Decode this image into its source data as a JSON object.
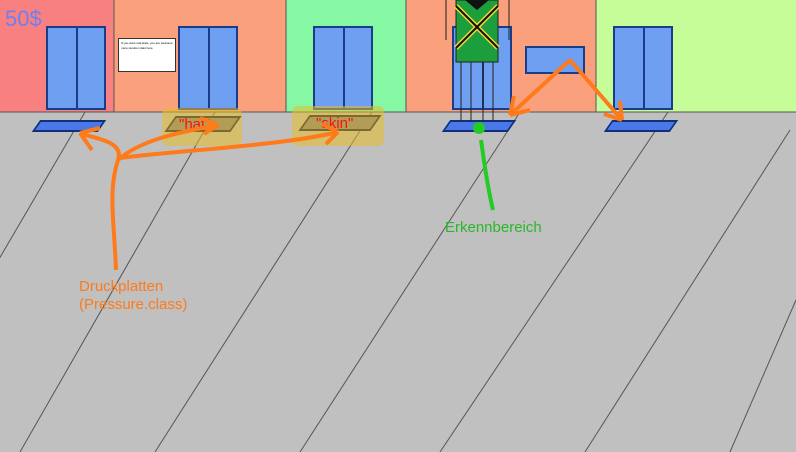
{
  "hud": {
    "money": "50$",
    "money_color": "#6f7ff0"
  },
  "world": {
    "floor_color": "#c0c0c0",
    "stores": [
      {
        "name": "store-red",
        "color": "#f98080"
      },
      {
        "name": "store-orange-1",
        "color": "#fba07c"
      },
      {
        "name": "store-green",
        "color": "#86f7a2"
      },
      {
        "name": "store-orange-2",
        "color": "#fba07c"
      },
      {
        "name": "store-lime",
        "color": "#c7fd98"
      }
    ],
    "sign_text": "If you want real Hats, you are welcome more random Hats here"
  },
  "pressure_plates": {
    "hat_label": "\"hat\"",
    "skin_label": "\"skin\"",
    "label_color": "#ff1010"
  },
  "annotations": {
    "pressure_line1": "Druckplatten",
    "pressure_line2": "(Pressure.class)",
    "pressure_color": "#ff7a1a",
    "detection_label": "Erkennbereich",
    "detection_color": "#2ab82a"
  },
  "player": {
    "shirt_color": "#1d9e3c",
    "stripe_color": "#f0d830"
  }
}
